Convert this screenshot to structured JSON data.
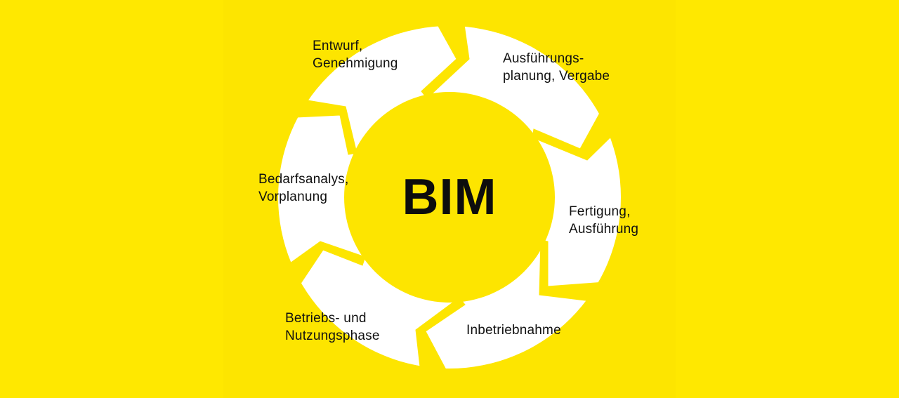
{
  "colors": {
    "background": "#fde500",
    "ring": "#ffffff",
    "text": "#111111"
  },
  "center": {
    "title": "BIM"
  },
  "phases": [
    {
      "line1": "Entwurf,",
      "line2": "Genehmigung"
    },
    {
      "line1": "Ausführungs-",
      "line2": "planung, Vergabe"
    },
    {
      "line1": "Fertigung,",
      "line2": "Ausführung"
    },
    {
      "line1": "Inbetriebnahme",
      "line2": ""
    },
    {
      "line1": "Betriebs- und",
      "line2": "Nutzungsphase"
    },
    {
      "line1": "Bedarfsanalys,",
      "line2": "Vorplanung"
    }
  ]
}
